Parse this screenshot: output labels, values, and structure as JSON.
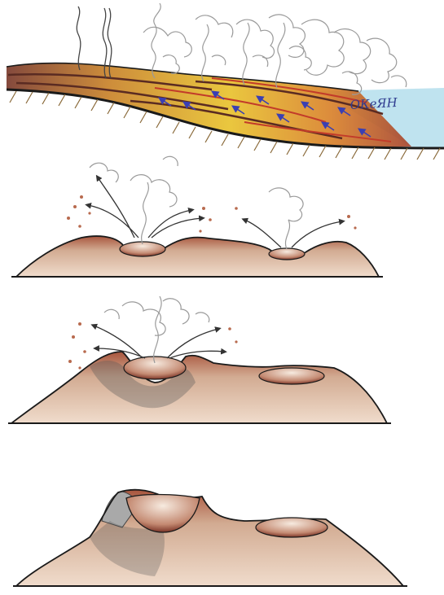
{
  "panels": [
    {
      "id": "lava-flow-with-steam"
    },
    {
      "id": "twin-steam-explosions"
    },
    {
      "id": "single-crater-eruption"
    },
    {
      "id": "grown-cone-and-old-crater"
    }
  ],
  "handwritten_annotation": "ОКеЯН",
  "colors": {
    "paper": "#ffffff",
    "outline": "#1a1a1a",
    "ground-brown": "#c9a38c",
    "ground-red": "#9b3b2a",
    "lava-yellow": "#e8c22e",
    "lava-orange": "#d9822b",
    "flow-arrow-blue": "#3a3fb3",
    "sea-blue": "#bfe3ef",
    "steam-grey": "#c7c7c7",
    "ash-dark": "#555555"
  }
}
